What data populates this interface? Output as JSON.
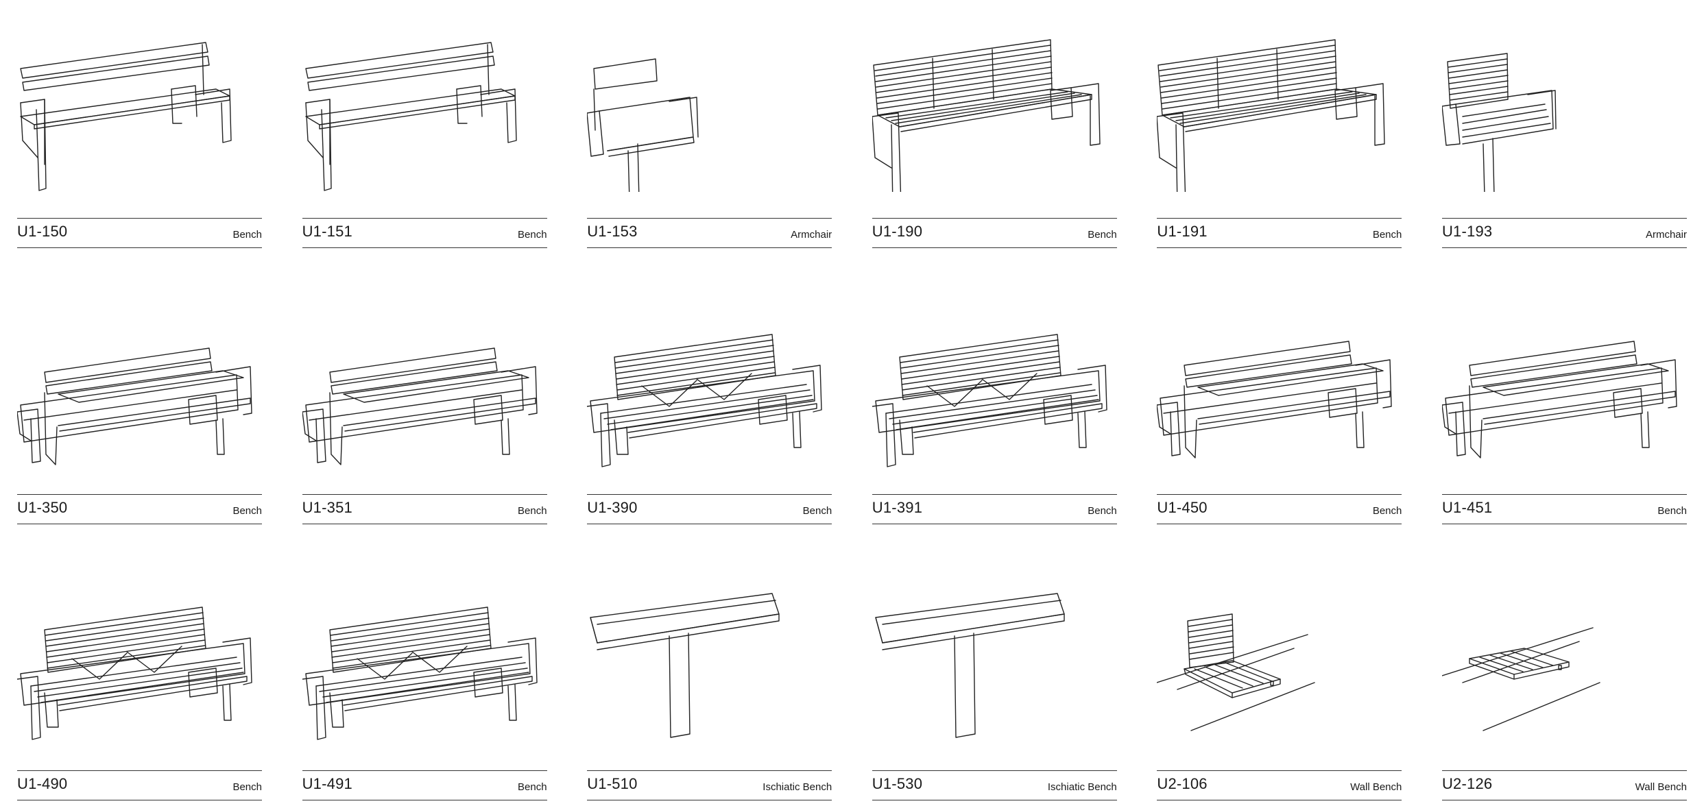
{
  "products": [
    {
      "code": "U1-150",
      "type": "Bench",
      "illustration": "bench-icon"
    },
    {
      "code": "U1-151",
      "type": "Bench",
      "illustration": "bench-icon"
    },
    {
      "code": "U1-153",
      "type": "Armchair",
      "illustration": "armchair-icon"
    },
    {
      "code": "U1-190",
      "type": "Bench",
      "illustration": "slatted-bench-icon"
    },
    {
      "code": "U1-191",
      "type": "Bench",
      "illustration": "slatted-bench-icon"
    },
    {
      "code": "U1-193",
      "type": "Armchair",
      "illustration": "slatted-armchair-icon"
    },
    {
      "code": "U1-350",
      "type": "Bench",
      "illustration": "double-bench-icon"
    },
    {
      "code": "U1-351",
      "type": "Bench",
      "illustration": "double-bench-icon"
    },
    {
      "code": "U1-390",
      "type": "Bench",
      "illustration": "double-slatted-bench-icon"
    },
    {
      "code": "U1-391",
      "type": "Bench",
      "illustration": "double-slatted-bench-icon"
    },
    {
      "code": "U1-450",
      "type": "Bench",
      "illustration": "double-bench-icon"
    },
    {
      "code": "U1-451",
      "type": "Bench",
      "illustration": "double-bench-icon"
    },
    {
      "code": "U1-490",
      "type": "Bench",
      "illustration": "double-slatted-bench-icon"
    },
    {
      "code": "U1-491",
      "type": "Bench",
      "illustration": "double-slatted-bench-icon"
    },
    {
      "code": "U1-510",
      "type": "Ischiatic Bench",
      "illustration": "ischiatic-bench-icon"
    },
    {
      "code": "U1-530",
      "type": "Ischiatic Bench",
      "illustration": "ischiatic-bench-icon"
    },
    {
      "code": "U2-106",
      "type": "Wall Bench",
      "illustration": "wall-bench-icon"
    },
    {
      "code": "U2-126",
      "type": "Wall Bench",
      "illustration": "wall-seat-icon"
    }
  ]
}
